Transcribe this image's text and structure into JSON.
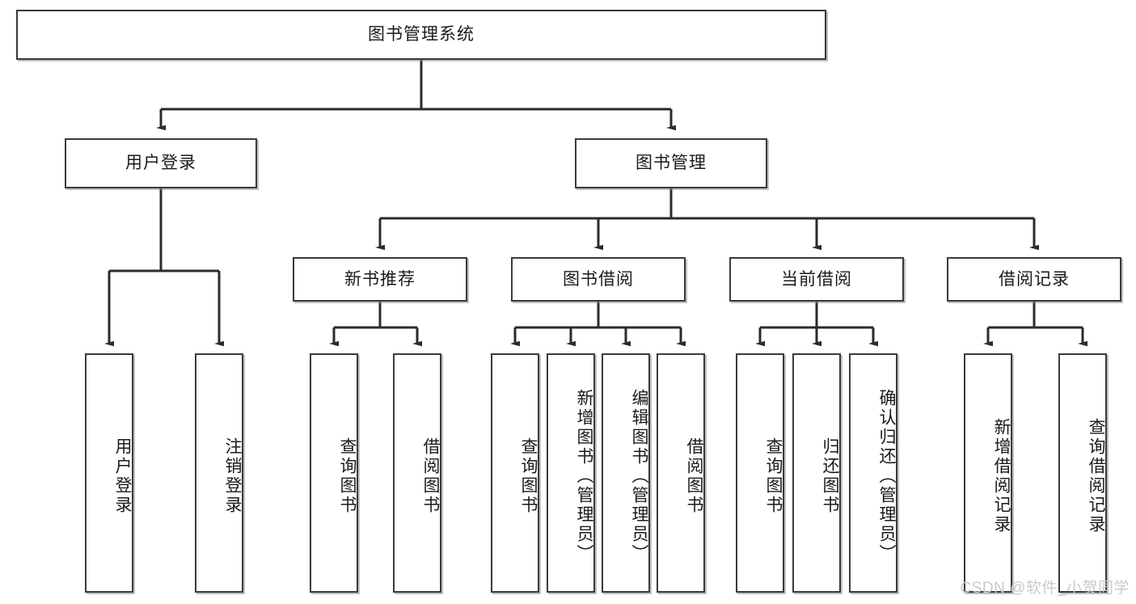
{
  "diagram": {
    "type": "tree-hierarchy-diagram",
    "title": "图书管理系统",
    "orientation": "top-down",
    "colors": {
      "background": "#ffffff",
      "box_border": "#3a3a3a",
      "box_fill": "#ffffff",
      "connector": "#2b2b2b",
      "text": "#1a1a1a",
      "watermark": "#c9c9c9"
    }
  },
  "root": {
    "label": "图书管理系统"
  },
  "level1": [
    {
      "label": "用户登录"
    },
    {
      "label": "图书管理"
    }
  ],
  "level2": [
    {
      "label": "新书推荐"
    },
    {
      "label": "图书借阅"
    },
    {
      "label": "当前借阅"
    },
    {
      "label": "借阅记录"
    }
  ],
  "leaves": {
    "user_login": [
      {
        "label": "用户登录"
      },
      {
        "label": "注销登录"
      }
    ],
    "new_book_recommend": [
      {
        "label": "查询图书"
      },
      {
        "label": "借阅图书"
      }
    ],
    "book_borrow": [
      {
        "label": "查询图书"
      },
      {
        "label": "新增图书（管理员）"
      },
      {
        "label": "编辑图书（管理员）"
      },
      {
        "label": "借阅图书"
      }
    ],
    "current_borrow": [
      {
        "label": "查询图书"
      },
      {
        "label": "归还图书"
      },
      {
        "label": "确认归还（管理员）"
      }
    ],
    "borrow_record": [
      {
        "label": "新增借阅记录"
      },
      {
        "label": "查询借阅记录"
      }
    ]
  },
  "watermark": {
    "text": "CSDN @软件_小贺同学"
  }
}
